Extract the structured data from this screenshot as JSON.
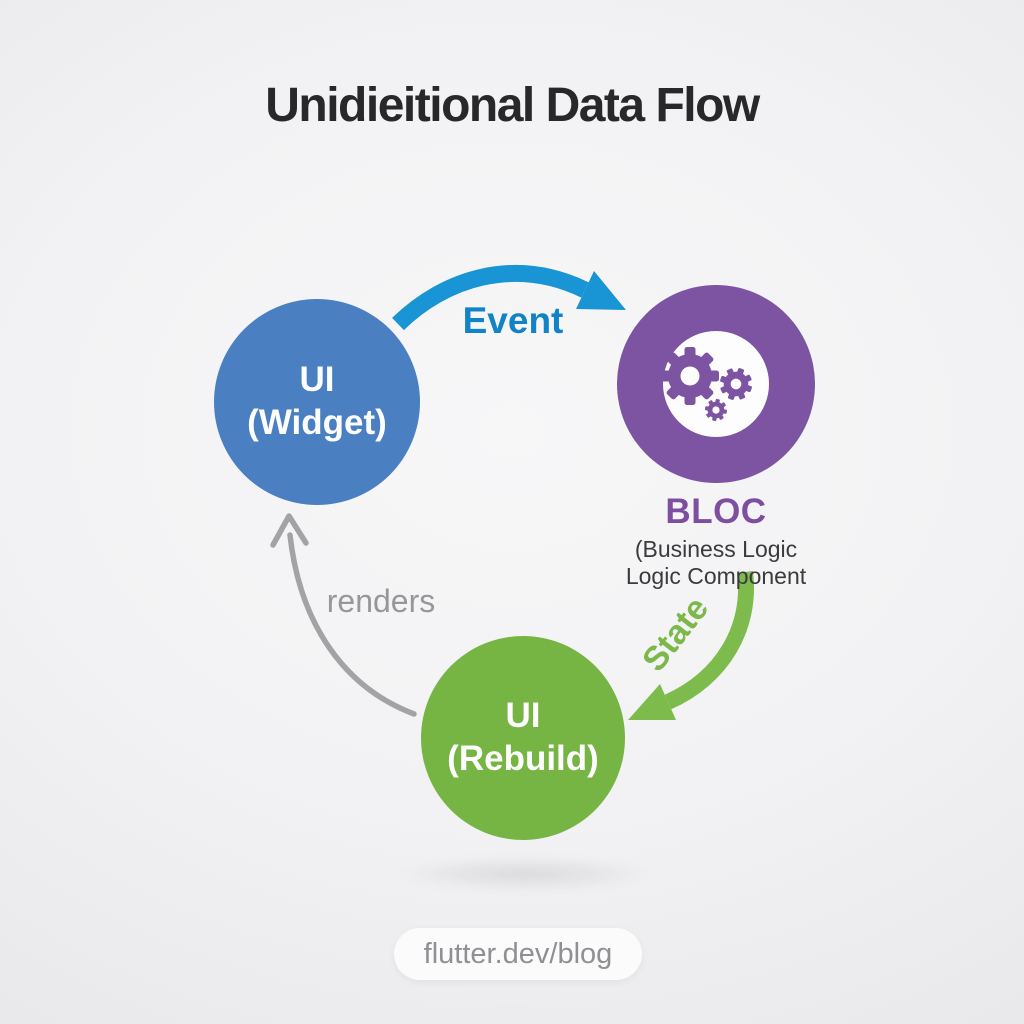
{
  "title": "Unidieitional Data Flow",
  "nodes": {
    "widget": {
      "line1": "UI",
      "line2": "(Widget)",
      "color": "#4a7fc1"
    },
    "bloc": {
      "label": "BLOC",
      "sub_line1": "(Business Logic",
      "sub_line2": "Logic Component",
      "color": "#7d54a1",
      "icon": "gears-icon"
    },
    "rebuild": {
      "line1": "UI",
      "line2": "(Rebuild)",
      "color": "#76b544"
    }
  },
  "arrows": {
    "event": {
      "label": "Event",
      "color": "#1994d4",
      "from": "widget",
      "to": "bloc"
    },
    "state": {
      "label": "State",
      "color": "#7dbb4c",
      "from": "bloc",
      "to": "rebuild"
    },
    "renders": {
      "label": "renders",
      "color": "#a3a3a6",
      "from": "rebuild",
      "to": "widget"
    }
  },
  "footer": {
    "text": "flutter.dev/blog"
  }
}
